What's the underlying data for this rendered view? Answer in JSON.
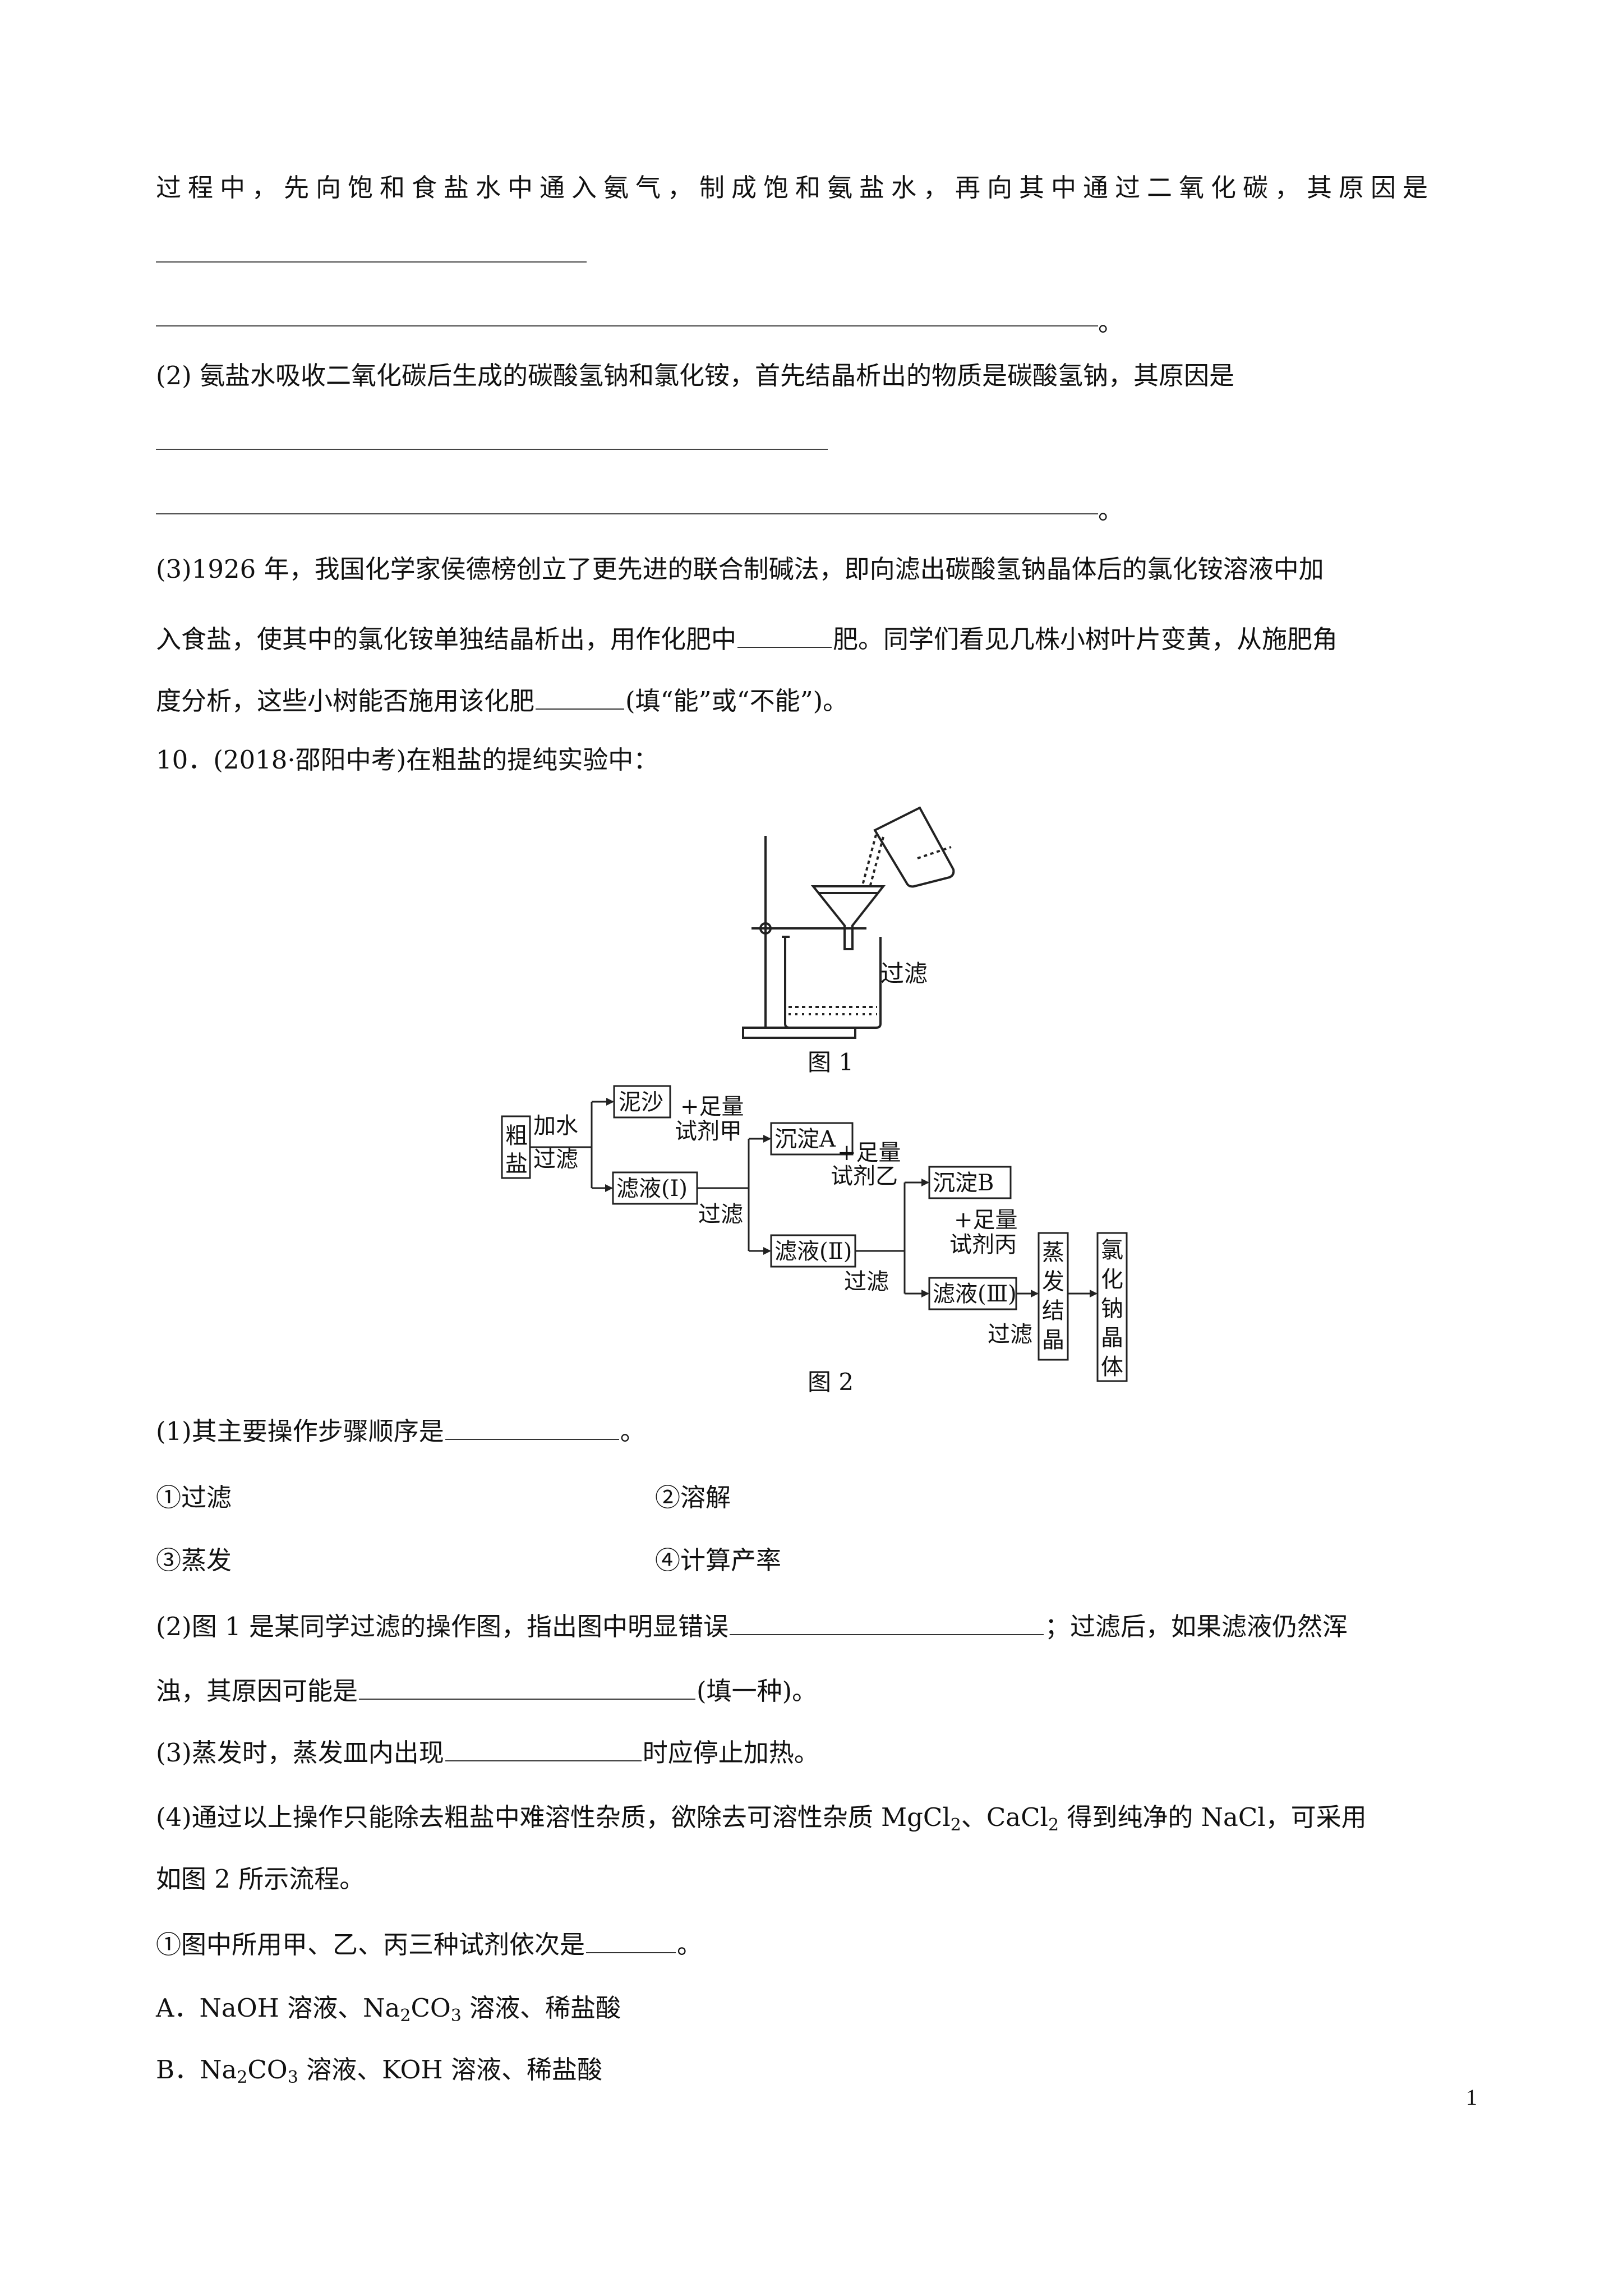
{
  "q9": {
    "intro_line": "过程中，先向饱和食盐水中通入氨气，制成饱和氨盐水，再向其中通过二氧化碳，其原因是",
    "end_mark": "。",
    "p2": "(2) 氨盐水吸收二氧化碳后生成的碳酸氢钠和氯化铵，首先结晶析出的物质是碳酸氢钠，其原因是",
    "p3_line1": "(3)1926 年，我国化学家侯德榜创立了更先进的联合制碱法，即向滤出碳酸氢钠晶体后的氯化铵溶液中加",
    "p3_line2_a": "入食盐，使其中的氯化铵单独结晶析出，用作化肥中",
    "p3_line2_b": "肥。同学们看见几株小树叶片变黄，从施肥角",
    "p3_line3_a": "度分析，这些小树能否施用该化肥",
    "p3_line3_b": "(填“能”或“不能”)。"
  },
  "q10": {
    "title": "10．(2018·邵阳中考)在粗盐的提纯实验中：",
    "fig1": {
      "label": "过滤",
      "caption": "图 1"
    },
    "fig2": {
      "caption": "图 2",
      "box_cushi": [
        "粗",
        "盐"
      ],
      "add_water": "加水",
      "filter1": "过滤",
      "nisha": "泥沙",
      "filtrate1": "滤液(Ⅰ)",
      "excess1": "+足量",
      "reagent_jia": "试剂甲",
      "precip_a": "沉淀A",
      "filter2": "过滤",
      "excess2": "+足量",
      "reagent_yi": "试剂乙",
      "precip_b": "沉淀B",
      "filtrate2": "滤液(Ⅱ)",
      "filter3": "过滤",
      "excess3": "+足量",
      "reagent_bing": "试剂丙",
      "filtrate3": "滤液(Ⅲ)",
      "filter4": "过滤",
      "evap": [
        "蒸",
        "发",
        "结",
        "晶"
      ],
      "nacl": [
        "氯",
        "化",
        "钠",
        "晶",
        "体"
      ]
    },
    "p1": "(1)其主要操作步骤顺序是",
    "p1_end": "。",
    "opt1": "①过滤",
    "opt2": "②溶解",
    "opt3": "③蒸发",
    "opt4": "④计算产率",
    "p2_line1_a": "(2)图 1 是某同学过滤的操作图，指出图中明显错误",
    "p2_line1_b": "；过滤后，如果滤液仍然浑",
    "p2_line2_a": "浊，其原因可能是",
    "p2_line2_b": "(填一种)。",
    "p3_a": "(3)蒸发时，蒸发皿内出现",
    "p3_b": "时应停止加热。",
    "p4_line1_a": "(4)通过以上操作只能除去粗盐中难溶性杂质，欲除去可溶性杂质 MgCl",
    "p4_line1_sub1": "2",
    "p4_line1_b": "、CaCl",
    "p4_line1_sub2": "2",
    "p4_line1_c": " 得到纯净的 NaCl，可采用",
    "p4_line2": "如图 2 所示流程。",
    "sub1_a": "①图中所用甲、乙、丙三种试剂依次是",
    "sub1_b": "。",
    "choiceA_a": "A．NaOH 溶液、Na",
    "choiceA_sub1": "2",
    "choiceA_b": "CO",
    "choiceA_sub2": "3",
    "choiceA_c": " 溶液、稀盐酸",
    "choiceB_a": "B．Na",
    "choiceB_sub1": "2",
    "choiceB_b": "CO",
    "choiceB_sub2": "3",
    "choiceB_c": " 溶液、KOH 溶液、稀盐酸"
  },
  "page_number": "1"
}
